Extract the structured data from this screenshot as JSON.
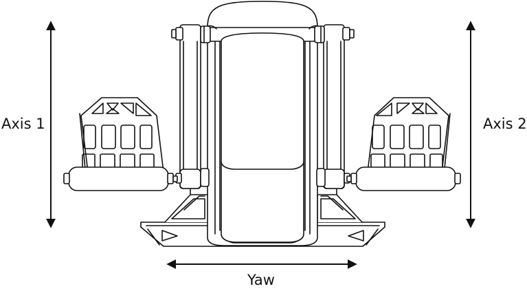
{
  "labels": {
    "axis1": "Axis 1",
    "axis2": "Axis 2",
    "yaw": "Yaw"
  },
  "diagram": {
    "subject": "rudder-pedals-line-drawing",
    "line_color": "#111111",
    "background": "#ffffff"
  }
}
